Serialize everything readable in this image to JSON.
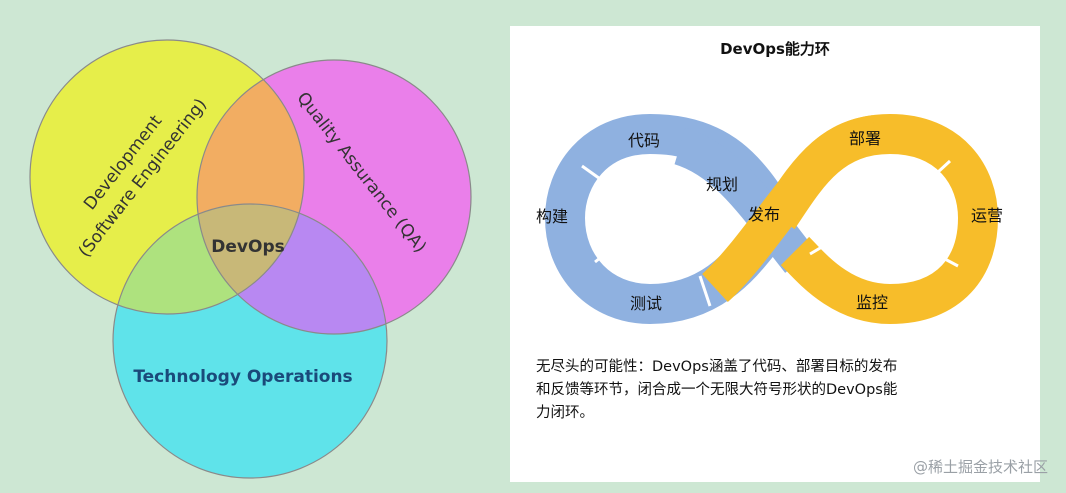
{
  "venn": {
    "dev_line1": "Development",
    "dev_line2": "(Software Engineering)",
    "qa": "Quality Assurance (QA)",
    "ops": "Technology Operations",
    "center": "DevOps",
    "colors": {
      "dev": "#e6ee4a",
      "qa": "#ea7fea",
      "ops": "#5fe3ea",
      "dev_qa": "#f2ad62",
      "dev_ops": "#aee27e",
      "qa_ops": "#b888f2",
      "center": "#c8b878"
    }
  },
  "panel": {
    "title": "DevOps能力环",
    "labels": {
      "code": "代码",
      "plan": "规划",
      "build": "构建",
      "test": "测试",
      "release": "发布",
      "deploy": "部署",
      "operate": "运营",
      "monitor": "监控"
    },
    "colors": {
      "blue": "#8fb1e0",
      "orange": "#f7bd2a"
    },
    "description": [
      "无尽头的可能性：DevOps涵盖了代码、部署目标的发布",
      "和反馈等环节，闭合成一个无限大符号形状的DevOps能",
      "力闭环。"
    ]
  },
  "watermark": "@稀土掘金技术社区"
}
